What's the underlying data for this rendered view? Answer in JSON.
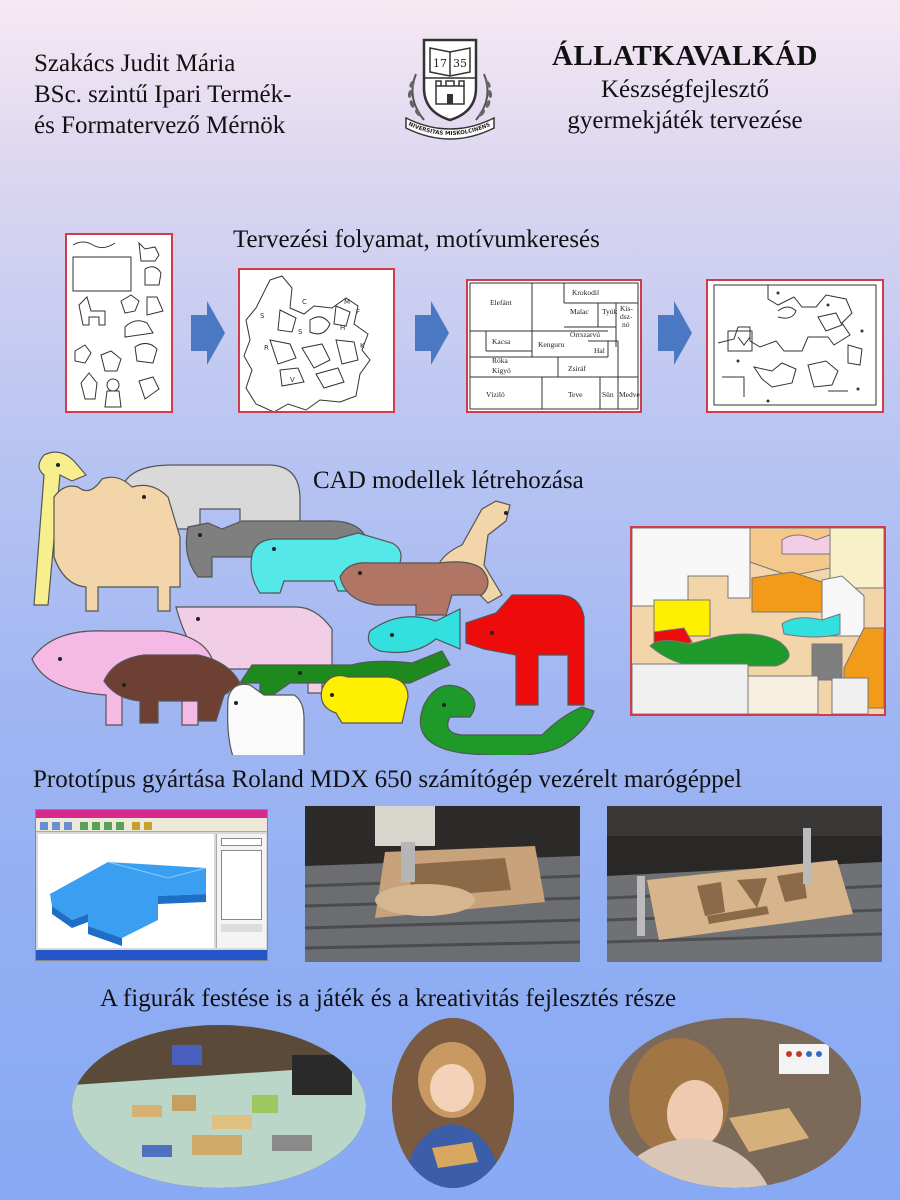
{
  "header": {
    "author_lines": [
      "Szakács Judit Mária",
      "BSc. szintű Ipari Termék-",
      "és Formatervező Mérnök"
    ],
    "title": "ÁLLATKAVALKÁD",
    "subtitle_lines": [
      "Készségfejlesztő",
      "gyermekjáték tervezése"
    ]
  },
  "seal": {
    "year_left": "17",
    "year_right": "35",
    "ribbon_text": "UNIVERSITAS MISKOLCINENSIS"
  },
  "sections": {
    "design": "Tervezési folyamat, motívumkeresés",
    "cad": "CAD modellek létrehozása",
    "prototype": "Prototípus gyártása Roland MDX 650 számítógép vezérelt marógéppel",
    "painting": "A figurák festése is a játék és a kreativitás fejlesztés része"
  },
  "layout_panel": {
    "labels": [
      "Elefánt",
      "Krokodil",
      "Malac",
      "Tyúk",
      "Kis-",
      "dsz-",
      "nó",
      "Orrszarvú",
      "Kacsa",
      "Kenguru",
      "Róka",
      "Hal",
      "Kígyó",
      "Zsiráf",
      "Víziló",
      "Teve",
      "Sün",
      "Medve"
    ]
  },
  "colors": {
    "panel_border": "#d23b48",
    "arrow": "#4a78c2",
    "giraffe": "#f7ef8e",
    "elephant": "#d9d9d9",
    "rhino": "#7f7f7f",
    "hippo": "#55e8e8",
    "bear": "#b07565",
    "camel": "#f2d5a8",
    "pig": "#f4b9e5",
    "boar": "#6e3f33",
    "crocodile": "#1e8a1e",
    "chick": "#ffef00",
    "fox": "#ee0b0b",
    "fish": "#33e0e0",
    "snake": "#1d9a2a"
  }
}
